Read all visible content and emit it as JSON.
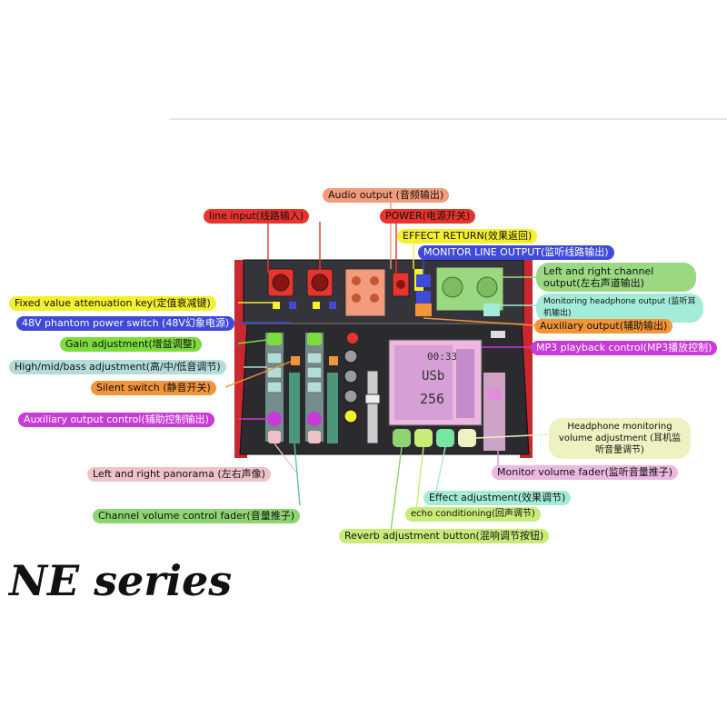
{
  "series_title": "NE series",
  "screen": {
    "time": "00:33",
    "source": "USb",
    "number": "256"
  },
  "labels": {
    "audio_output": "Audio output (音频输出)",
    "line_input": "line input(线路输入)",
    "power": "POWER(电源开关)",
    "effect_return": "EFFECT RETURN(效果返回)",
    "monitor_line_output": "MONITOR LINE OUTPUT(监听线路输出)",
    "lr_channel_output": "Left and right channel output(左右声道输出)",
    "monitoring_headphone_output": "Monitoring headphone output (监听耳机输出)",
    "fixed_value_attenuation": "Fixed value attenuation key(定值衰减键)",
    "phantom_power": "48V phantom power switch (48V幻象电源)",
    "auxiliary_output": "Auxiliary output(辅助输出)",
    "gain_adjustment": "Gain adjustment(增益调整)",
    "mp3_playback": "MP3 playback control(MP3播放控制)",
    "eq_adjustment": "High/mid/bass adjustment(高/中/低音调节)",
    "silent_switch": "Silent switch (静音开关)",
    "aux_output_control": "Auxiliary output control(辅助控制输出)",
    "headphone_volume": "Headphone monitoring volume adjustment (耳机监听音量调节)",
    "lr_panorama": "Left and right panorama (左右声像)",
    "monitor_volume_fader": "Monitor volume fader(监听音量推子)",
    "effect_adjustment": "Effect adjustment(效果调节)",
    "echo_conditioning": "echo conditioning(回声调节)",
    "channel_volume_fader": "Channel volume control fader(音量推子)",
    "reverb_button": "Reverb adjustment button(混响调节按钮)"
  },
  "colors": {
    "red": "#e8342c",
    "salmon": "#f49b7c",
    "yellow": "#f5f02c",
    "blue": "#3f4ad8",
    "green": "#9bd882",
    "aqua": "#a3ecd8",
    "orange": "#f29538",
    "lime": "#7cdc3c",
    "teal": "#b2dcd8",
    "magenta": "#c93ad8",
    "pink": "#f0c2c8",
    "violet": "#e08ed8",
    "cream": "#eef2c0",
    "lavender": "#ebb8e0",
    "mint": "#78e6a0",
    "palelime": "#c8ec78",
    "peach": "#f6a48a",
    "forest": "#8ed470",
    "body_dark": "#2a2a2f",
    "body_red": "#c8282e"
  }
}
